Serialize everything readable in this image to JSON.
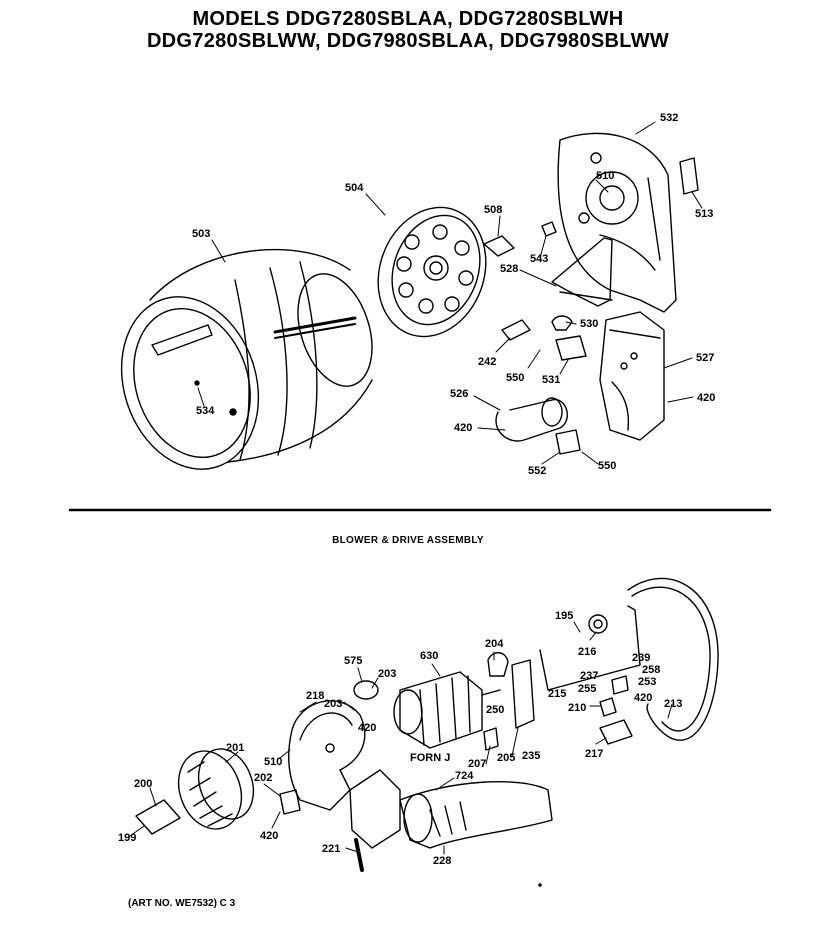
{
  "title": {
    "line1": "MODELS DDG7280SBLAA, DDG7280SBLWH",
    "line2": "DDG7280SBLWW, DDG7980SBLAA, DDG7980SBLWW"
  },
  "section_heading": "BLOWER & DRIVE ASSEMBLY",
  "art_number": "(ART NO. WE7532) C 3",
  "form_label": "FORN J",
  "callouts": {
    "top": [
      "532",
      "510",
      "513",
      "504",
      "508",
      "503",
      "543",
      "528",
      "530",
      "242",
      "550",
      "531",
      "527",
      "420",
      "526",
      "420",
      "534",
      "552",
      "550"
    ],
    "bottom": [
      "195",
      "216",
      "239",
      "258",
      "237",
      "253",
      "255",
      "420",
      "210",
      "213",
      "217",
      "204",
      "630",
      "575",
      "203",
      "218",
      "203",
      "420",
      "250",
      "215",
      "201",
      "510",
      "207",
      "205",
      "235",
      "200",
      "202",
      "724",
      "420",
      "199",
      "221",
      "228"
    ]
  }
}
